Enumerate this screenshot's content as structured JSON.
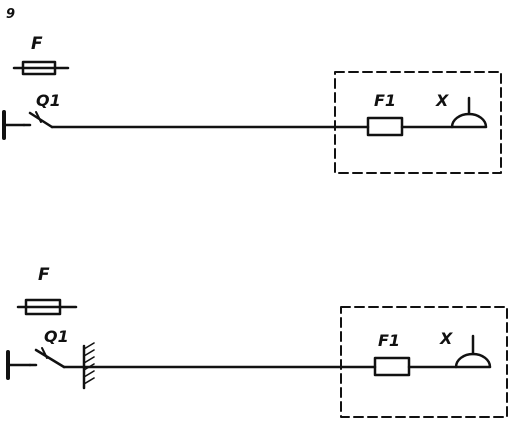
{
  "figure_number": "9",
  "top_circuit": {
    "fuse_label": "F",
    "switch_label": "Q1",
    "box_fuse_label": "F1",
    "socket_label": "X"
  },
  "bottom_circuit": {
    "fuse_label": "F",
    "switch_label": "Q1",
    "box_fuse_label": "F1",
    "socket_label": "X"
  }
}
